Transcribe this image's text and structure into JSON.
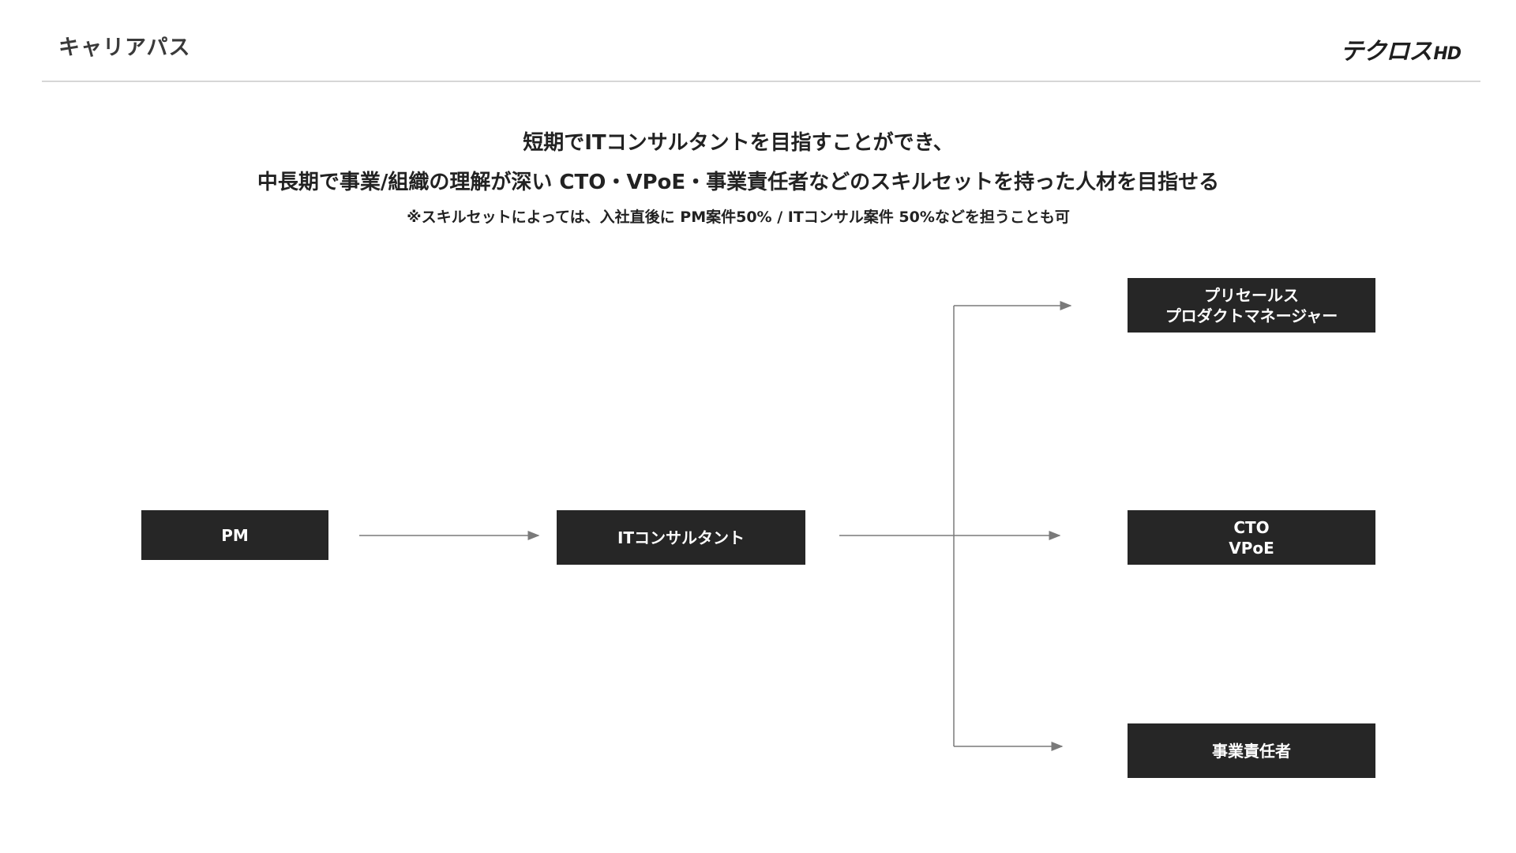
{
  "header": {
    "title": "キャリアパス",
    "logo_main": "テクロス",
    "logo_suffix": "HD"
  },
  "headline": {
    "line1": "短期でITコンサルタントを目指すことができ、",
    "line2": "中長期で事業/組織の理解が深い CTO・VPoE・事業責任者などのスキルセットを持った人材を目指せる",
    "note": "※スキルセットによっては、入社直後に PM案件50% / ITコンサル案件 50%などを担うことも可"
  },
  "diagram": {
    "nodes": {
      "pm": "PM",
      "it_consultant": "ITコンサルタント",
      "presales": "プリセールス\nプロダクトマネージャー",
      "cto_vpoe": "CTO\nVPoE",
      "business_owner": "事業責任者"
    },
    "edges": [
      {
        "from": "pm",
        "to": "it_consultant"
      },
      {
        "from": "it_consultant",
        "to": "presales"
      },
      {
        "from": "it_consultant",
        "to": "cto_vpoe"
      },
      {
        "from": "it_consultant",
        "to": "business_owner"
      }
    ],
    "colors": {
      "node_fill": "#262626",
      "node_text": "#ffffff",
      "connector": "#7a7a7a"
    }
  }
}
